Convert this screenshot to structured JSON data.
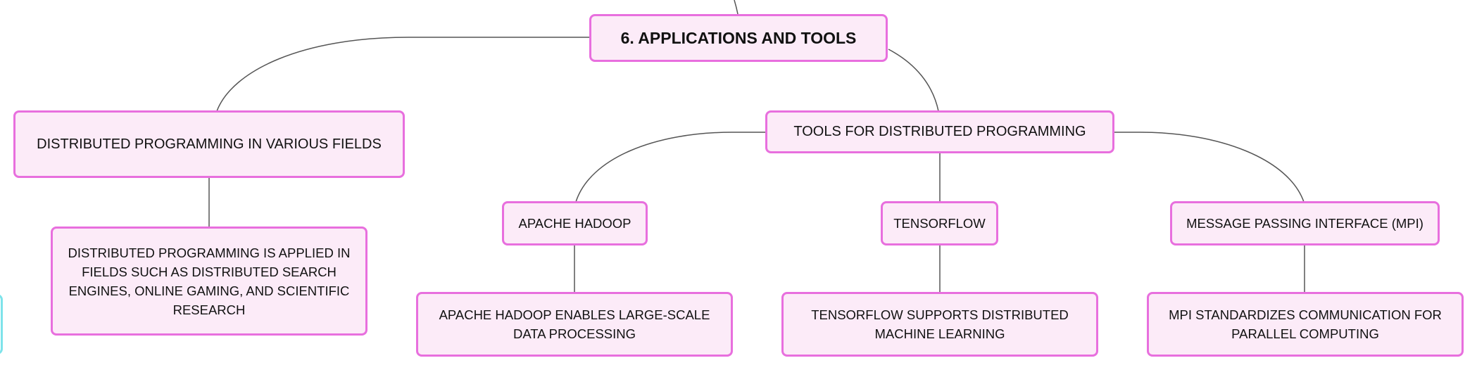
{
  "diagram": {
    "root": {
      "label": "6. APPLICATIONS AND TOOLS"
    },
    "branches": [
      {
        "label": "DISTRIBUTED PROGRAMMING IN VARIOUS FIELDS",
        "detail": "DISTRIBUTED PROGRAMMING IS APPLIED IN FIELDS SUCH AS DISTRIBUTED SEARCH ENGINES, ONLINE GAMING, AND SCIENTIFIC RESEARCH"
      },
      {
        "label": "TOOLS FOR DISTRIBUTED PROGRAMMING",
        "children": [
          {
            "label": "APACHE HADOOP",
            "detail": "APACHE HADOOP ENABLES LARGE-SCALE DATA PROCESSING"
          },
          {
            "label": "TENSORFLOW",
            "detail": "TENSORFLOW SUPPORTS DISTRIBUTED MACHINE LEARNING"
          },
          {
            "label": "MESSAGE PASSING INTERFACE (MPI)",
            "detail": "MPI STANDARDIZES COMMUNICATION FOR PARALLEL COMPUTING"
          }
        ]
      }
    ]
  },
  "colors": {
    "node_fill": "#fcebf8",
    "node_border": "#e86fde",
    "connector": "#555555",
    "partial_node_border": "#7de3ea"
  }
}
